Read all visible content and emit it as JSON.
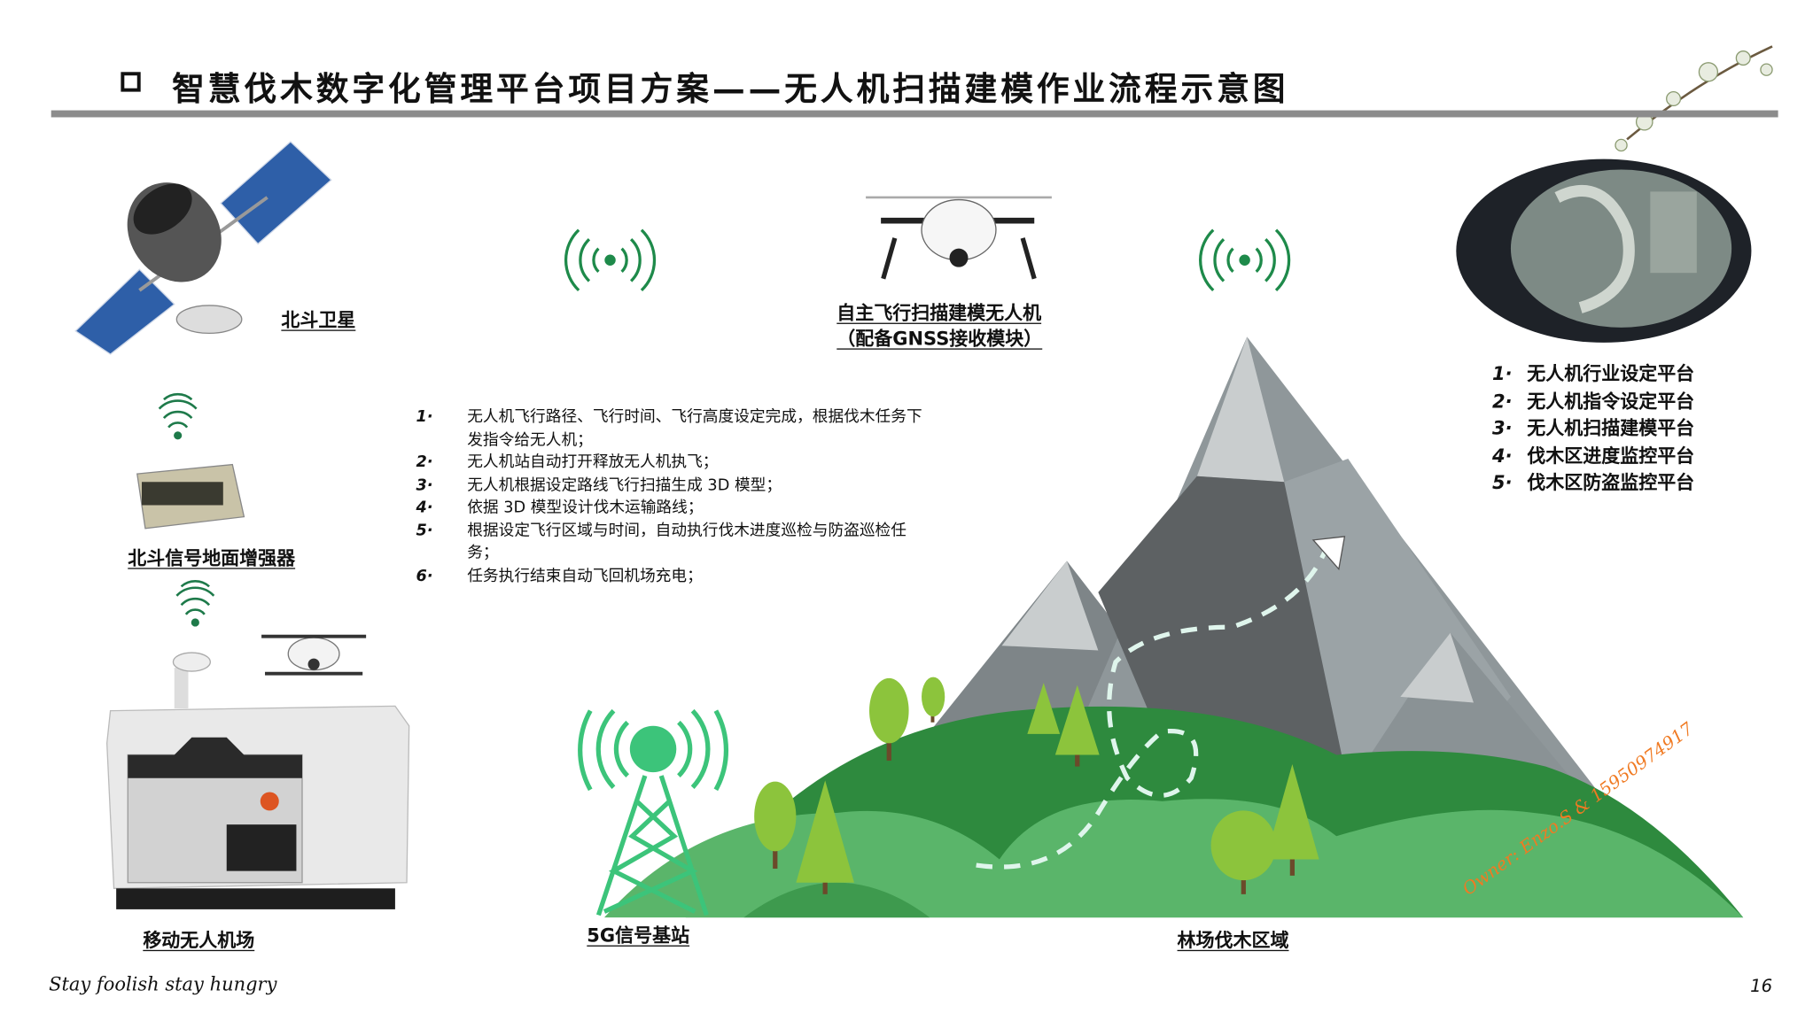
{
  "title": "智慧伐木数字化管理平台项目方案——无人机扫描建模作业流程示意图",
  "labels": {
    "satellite": "北斗卫星",
    "ground_enhancer": "北斗信号地面增强器",
    "drone_station": "移动无人机场",
    "drone_line1": "自主飞行扫描建模无人机",
    "drone_line2": "（配备GNSS接收模块）",
    "base_station": "5G信号基站",
    "forest_area": "林场伐木区域"
  },
  "steps": [
    {
      "num": "1·",
      "text": "无人机飞行路径、飞行时间、飞行高度设定完成，根据伐木任务下发指令给无人机；"
    },
    {
      "num": "2·",
      "text": "无人机站自动打开释放无人机执飞；"
    },
    {
      "num": "3·",
      "text": "无人机根据设定路线飞行扫描生成 3D 模型；"
    },
    {
      "num": "4·",
      "text": "依据 3D 模型设计伐木运输路线；"
    },
    {
      "num": "5·",
      "text": "根据设定飞行区域与时间，自动执行伐木进度巡检与防盗巡检任务；"
    },
    {
      "num": "6·",
      "text": "任务执行结束自动飞回机场充电；"
    }
  ],
  "platforms": [
    {
      "num": "1·",
      "text": "无人机行业设定平台"
    },
    {
      "num": "2·",
      "text": "无人机指令设定平台"
    },
    {
      "num": "3·",
      "text": "无人机扫描建模平台"
    },
    {
      "num": "4·",
      "text": "伐木区进度监控平台"
    },
    {
      "num": "5·",
      "text": "伐木区防盗监控平台"
    }
  ],
  "footer": "Stay foolish stay hungry",
  "page_number": "16",
  "watermark": "Owner: Enzo.S  &  15950974917",
  "colors": {
    "rule": "#8c8c8c",
    "dark_green": "#2e8a3e",
    "light_green": "#5ab56a",
    "tower": "#3cc47a",
    "watermark": "#f07a22"
  }
}
